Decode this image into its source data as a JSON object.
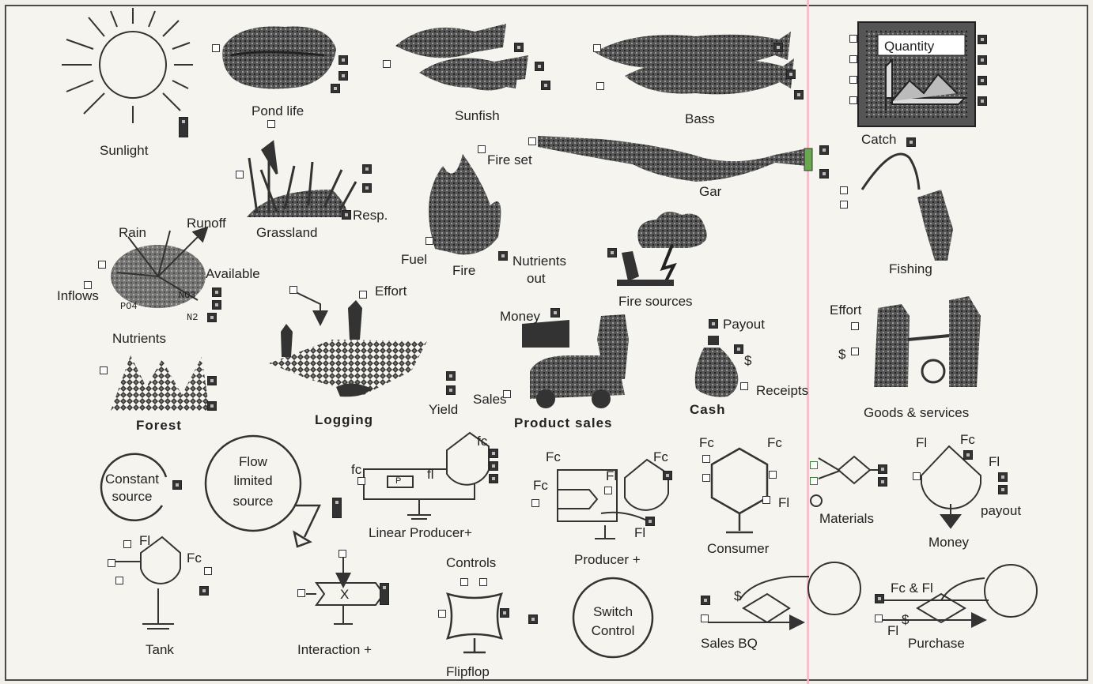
{
  "palette": {
    "ink": "#222222",
    "dark": "#3a3a3a",
    "paper": "#f6f4ee",
    "overlay": "#f2b6c6"
  },
  "labels": {
    "sunlight": "Sunlight",
    "pond_life": "Pond life",
    "sunfish": "Sunfish",
    "bass": "Bass",
    "quantity": "Quantity",
    "grassland": "Grassland",
    "resp": "Resp.",
    "fire_set": "Fire set",
    "gar": "Gar",
    "catch": "Catch",
    "rain": "Rain",
    "runoff": "Runoff",
    "available": "Available",
    "inflows": "Inflows",
    "nutrients": "Nutrients",
    "no3": "NO3",
    "po4": "PO4",
    "n2": "N2",
    "fuel": "Fuel",
    "fire": "Fire",
    "nutrients_out_1": "Nutrients",
    "nutrients_out_2": "out",
    "fire_sources": "Fire sources",
    "fishing": "Fishing",
    "effort_logging": "Effort",
    "money": "Money",
    "payout": "Payout",
    "effort_goods": "Effort",
    "dollar": "$",
    "dollar_cash": "$",
    "forest": "Forest",
    "logging": "Logging",
    "yield": "Yield",
    "sales": "Sales",
    "product_sales": "Product sales",
    "cash": "Cash",
    "receipts": "Receipts",
    "goods_services": "Goods & services",
    "constant_source_1": "Constant",
    "constant_source_2": "source",
    "flow_limited_1": "Flow",
    "flow_limited_2": "limited",
    "flow_limited_3": "source",
    "fc": "fc",
    "fl": "fl",
    "p": "P",
    "linear_producer": "Linear Producer+",
    "fc_upper": "Fc",
    "fl_upper": "Fl",
    "producer": "Producer  +",
    "consumer": "Consumer",
    "materials": "Materials",
    "money_sym": "Money",
    "payout_sym": "payout",
    "tank": "Tank",
    "x": "X",
    "interaction": "Interaction +",
    "controls": "Controls",
    "flipflop": "Flipflop",
    "switch_1": "Switch",
    "switch_2": "Control",
    "sales_bq": "Sales BQ",
    "fc_fl": "Fc & Fl",
    "purchase": "Purchase"
  }
}
